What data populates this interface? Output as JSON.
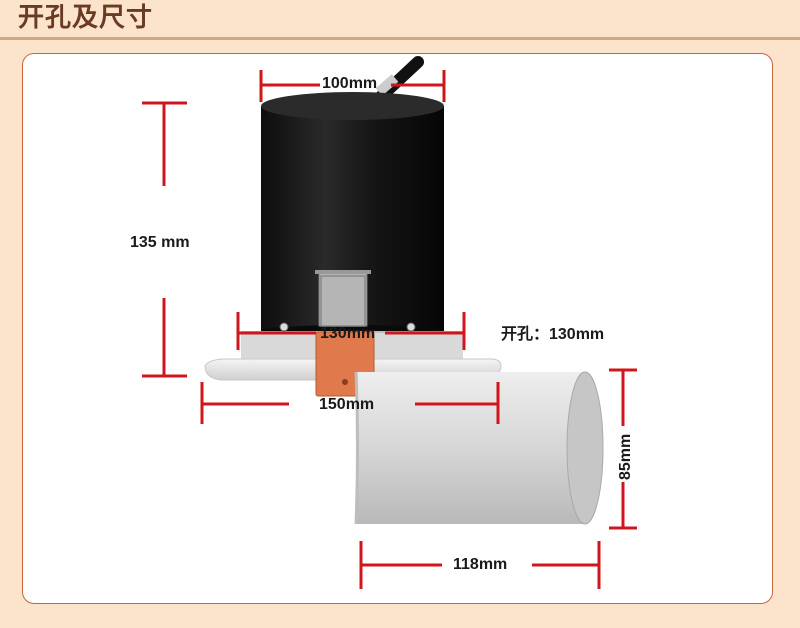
{
  "header": {
    "title": "开孔及尺寸"
  },
  "dimensions": {
    "top_width": "100mm",
    "height": "135 mm",
    "inner_width": "130mm",
    "cutout": "开孔：130mm",
    "flange_width": "150mm",
    "lamp_height": "85mm",
    "lamp_width": "118mm"
  },
  "colors": {
    "background": "#fbe3cc",
    "title": "#6a3a22",
    "panel_border": "#c8663f",
    "dimension_line": "#d0161d",
    "fixture_body": "#1c1c1c",
    "fixture_white": "#d8d8d8",
    "clip_orange": "#e07a4c"
  }
}
